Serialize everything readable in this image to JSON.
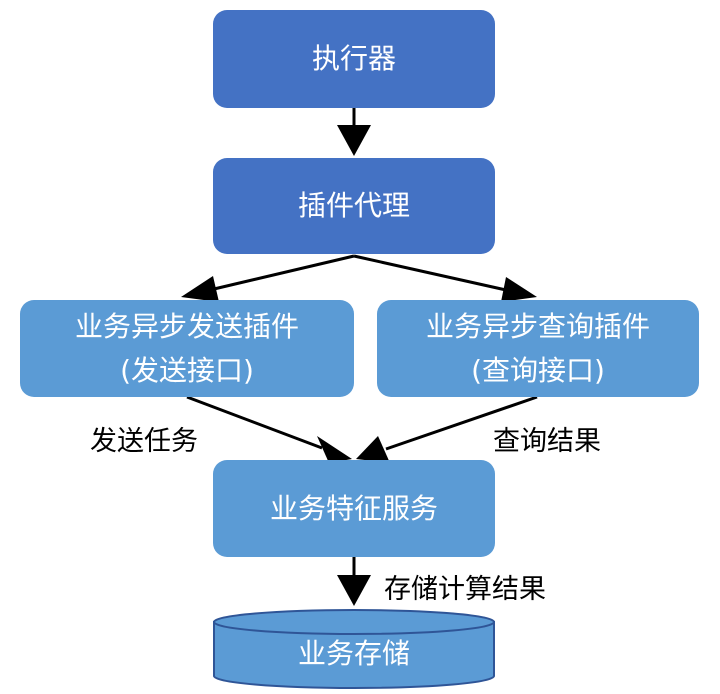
{
  "nodes": {
    "executor": "执行器",
    "plugin_proxy": "插件代理",
    "async_send_plugin": {
      "title": "业务异步发送插件",
      "subtitle": "(发送接口)"
    },
    "async_query_plugin": {
      "title": "业务异步查询插件",
      "subtitle": "(查询接口)"
    },
    "feature_service": "业务特征服务",
    "business_storage": "业务存储"
  },
  "edge_labels": {
    "send_task": "发送任务",
    "query_result": "查询结果",
    "store_result": "存储计算结果"
  },
  "colors": {
    "primary_box": "#4472c4",
    "secondary_box": "#5b9bd5",
    "cylinder_outline": "#2f5597",
    "arrow": "#000000"
  }
}
